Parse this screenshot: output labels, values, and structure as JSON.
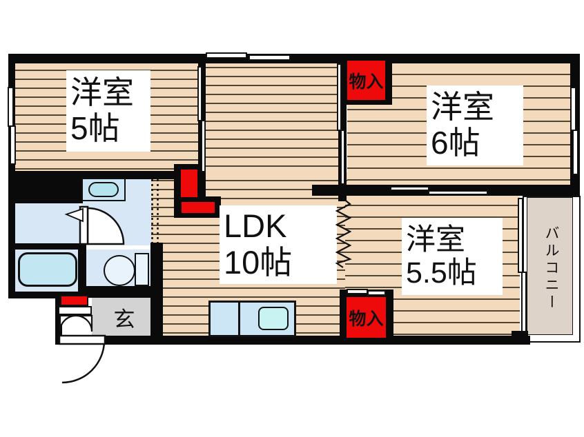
{
  "rooms": {
    "room5": {
      "name": "洋室",
      "size": "5帖"
    },
    "room6": {
      "name": "洋室",
      "size": "6帖"
    },
    "ldk": {
      "name": "LDK",
      "size": "10帖"
    },
    "room55": {
      "name": "洋室",
      "size": "5.5帖"
    }
  },
  "labels": {
    "balcony": "バルコニー",
    "entrance": "玄",
    "storage_top": "物入",
    "storage_bottom": "物入"
  },
  "colors": {
    "wall": "#0a0a0a",
    "floor_wood": "#f3dabc",
    "floor_wood_line": "#4d4433",
    "storage_red": "#ee0a0a",
    "wet_floor": "#d7e7f6",
    "fixture_blue": "#c2e6f2",
    "toilet_fill": "#e9f3fb",
    "entrance_gray": "#d3d3d3",
    "balcony_beige": "#ddd3c9",
    "counter_blue": "#cde6f6",
    "sink_cyan": "#c9f2f2",
    "basin_blue": "#b5e3ee"
  }
}
